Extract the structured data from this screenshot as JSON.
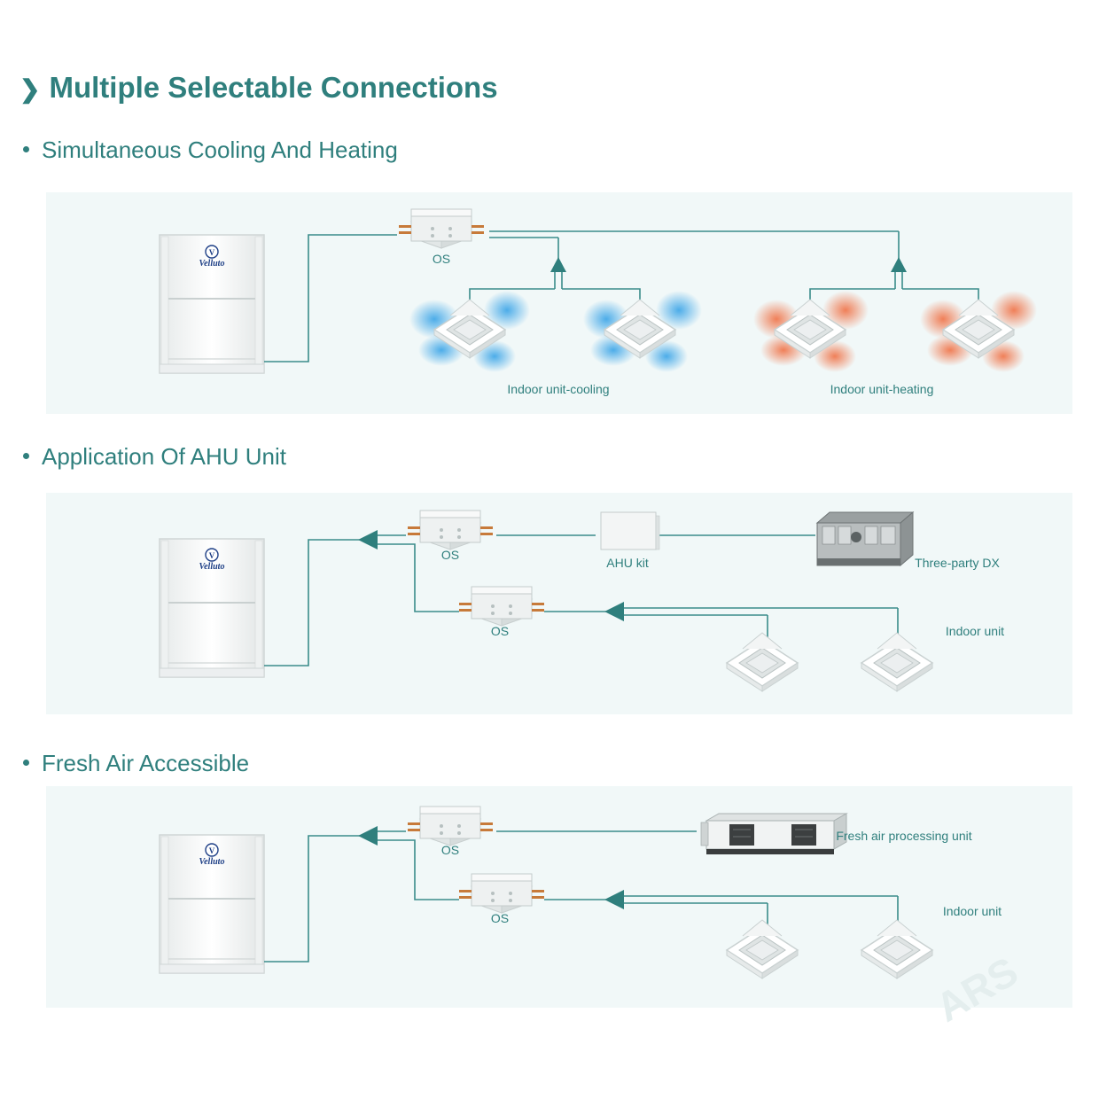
{
  "heading": {
    "chevron": "❯",
    "title": "Multiple Selectable Connections"
  },
  "sections": [
    {
      "title": "Simultaneous Cooling And Heating"
    },
    {
      "title": "Application Of AHU Unit"
    },
    {
      "title": "Fresh Air Accessible"
    }
  ],
  "brand": "Velluto",
  "brand_initial": "V",
  "labels": {
    "os": "OS",
    "indoor_cooling": "Indoor unit-cooling",
    "indoor_heating": "Indoor unit-heating",
    "ahu_kit": "AHU kit",
    "three_party_dx": "Three-party DX",
    "indoor_unit": "Indoor unit",
    "fresh_air_unit": "Fresh air processing unit"
  },
  "watermark": "ARS",
  "colors": {
    "accent": "#2f7f7d",
    "pipe": "#3a8c8a",
    "cool": "#2f9fe6",
    "heat": "#f06a3c",
    "panel": "#f1f8f8"
  }
}
